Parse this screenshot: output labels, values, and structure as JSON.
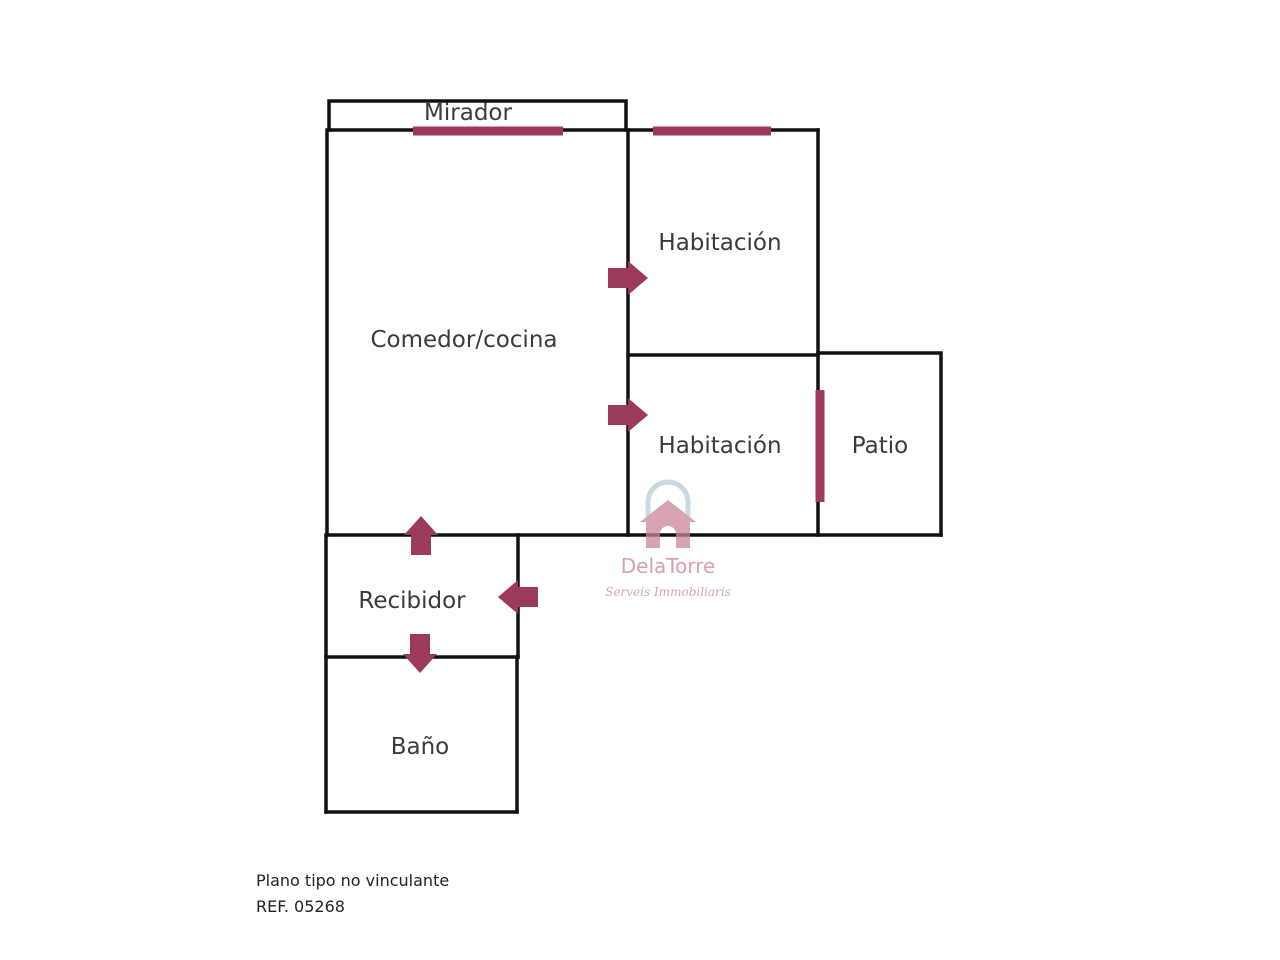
{
  "rooms": {
    "mirador": "Mirador",
    "comedor": "Comedor/cocina",
    "habitacion1": "Habitación",
    "habitacion2": "Habitación",
    "patio": "Patio",
    "recibidor": "Recibidor",
    "bano": "Baño"
  },
  "logo": {
    "name": "DelaTorre",
    "subtitle": "Serveis Immobiliaris"
  },
  "notes": {
    "line1": "Plano tipo no vinculante",
    "line2": "REF. 05268"
  },
  "colors": {
    "wall": "#111111",
    "accent": "#9b3a5a",
    "logo_pink": "#d9a0ab",
    "logo_blue": "#b8ccd8"
  }
}
